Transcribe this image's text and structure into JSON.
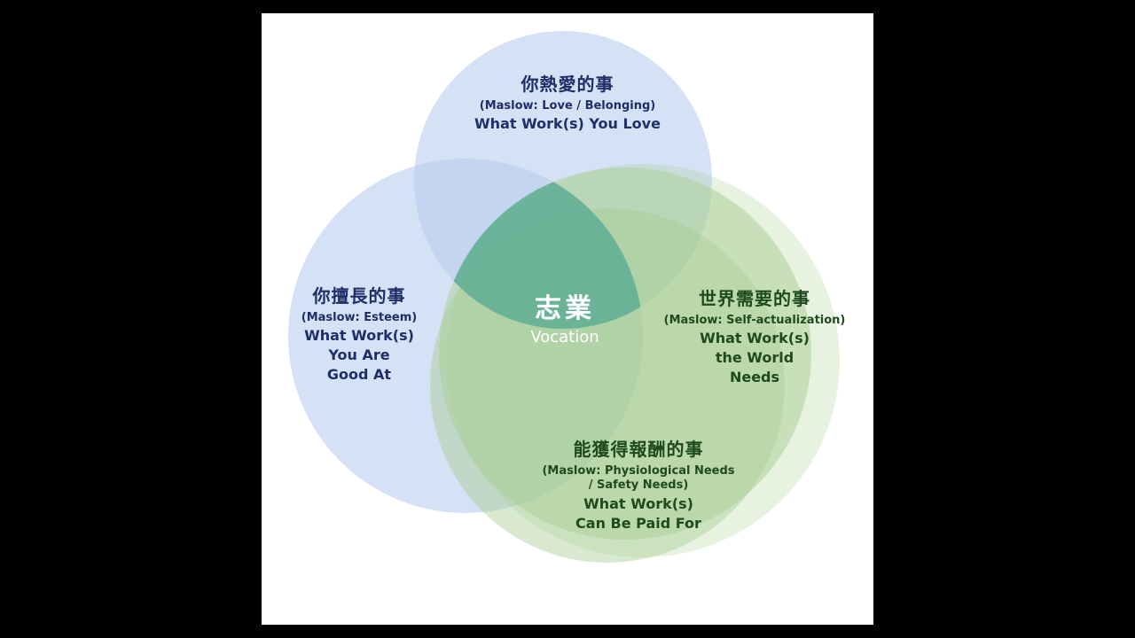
{
  "colors": {
    "background": "#000000",
    "panel": "#ffffff",
    "blue_circle": "#b9cdec",
    "green_circle": "#a9cf95",
    "vocation_overlap": "#5fae94",
    "blue_text": "#1e2e66",
    "green_text": "#1e4a1e"
  },
  "sets": {
    "love": {
      "zh": "你熱愛的事",
      "maslow": "(Maslow: Love / Belonging)",
      "en_lines": [
        "What Work(s) You Love"
      ]
    },
    "good_at": {
      "zh": "你擅長的事",
      "maslow": "(Maslow: Esteem)",
      "en_lines": [
        "What Work(s)",
        "You Are",
        "Good At"
      ]
    },
    "world_needs": {
      "zh": "世界需要的事",
      "maslow": "(Maslow: Self-actualization)",
      "en_lines": [
        "What Work(s)",
        "the World",
        "Needs"
      ]
    },
    "paid_for": {
      "zh": "能獲得報酬的事",
      "maslow_lines": [
        "(Maslow: Physiological Needs",
        "/ Safety Needs)"
      ],
      "en_lines": [
        "What Work(s)",
        "Can Be Paid For"
      ]
    }
  },
  "center": {
    "zh": "志業",
    "en": "Vocation"
  }
}
